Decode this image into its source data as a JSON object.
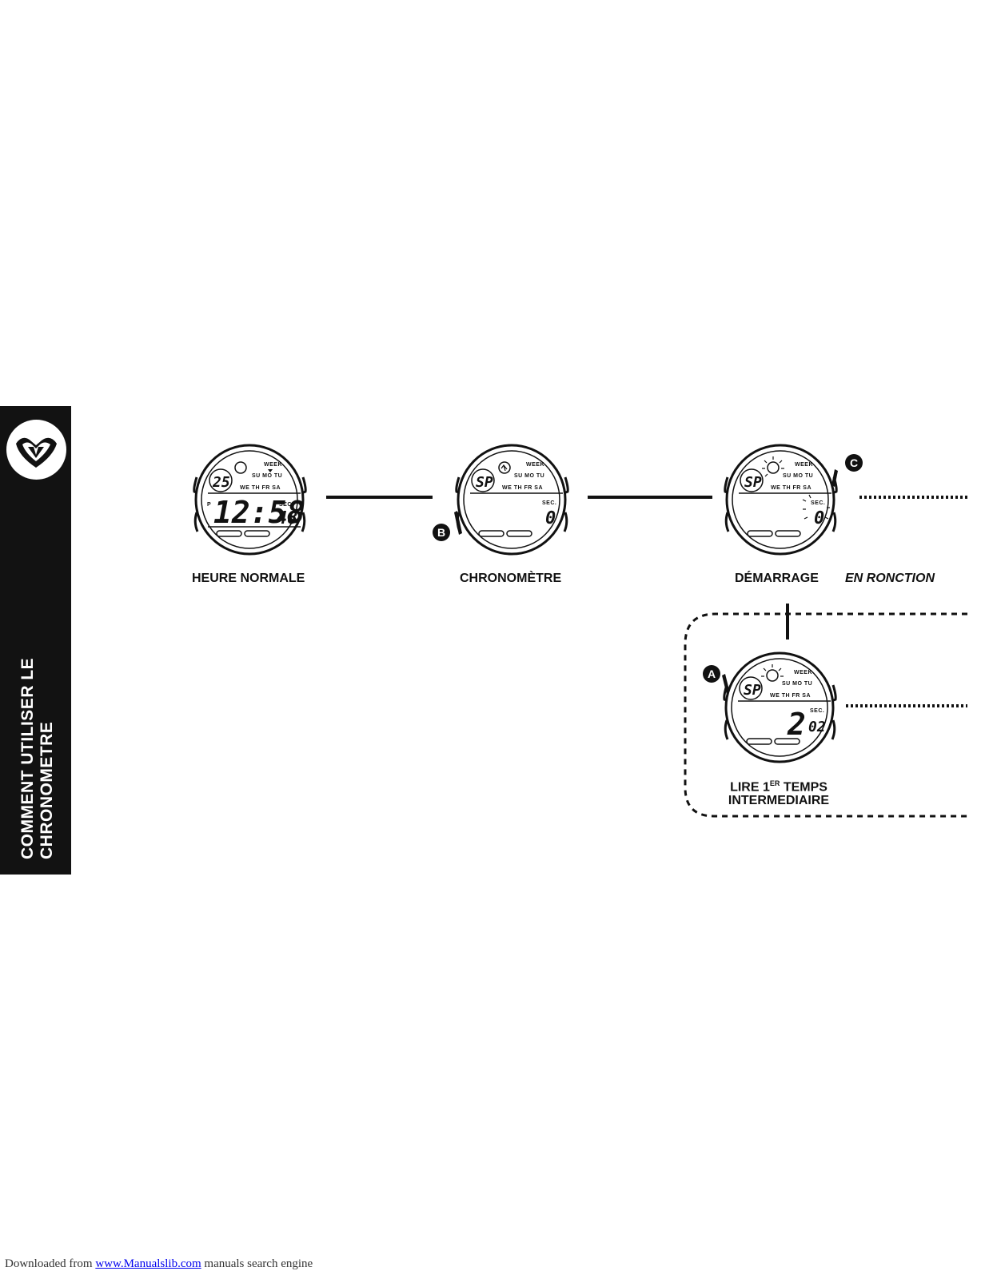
{
  "sidebar": {
    "title_line1": "COMMENT UTILISER LE",
    "title_line2": "CHRONOMETRE"
  },
  "steps": [
    {
      "label": "HEURE NORMALE"
    },
    {
      "label": "CHRONOMÈTRE"
    },
    {
      "label": "DÉMARRAGE"
    },
    {
      "label_line1_prefix": "LIRE 1",
      "label_line1_sup": "ER",
      "label_line1_suffix": " TEMPS",
      "label_line2": "INTERMEDIAIRE"
    }
  ],
  "running_label": "EN RONCTION",
  "buttons": {
    "a": "A",
    "b": "B",
    "c": "C"
  },
  "watch1": {
    "date": "25",
    "time": "12:58",
    "seconds": "48",
    "pm": "P",
    "sec_label": "SEC.",
    "week_label": "WEEK",
    "days_top": "SU MO TU",
    "days_bottom": "WE TH FR SA"
  },
  "watch2": {
    "mode": "SP",
    "value": "0",
    "sec_label": "SEC.",
    "week_label": "WEEK",
    "days_top": "SU MO TU",
    "days_bottom": "WE TH FR SA"
  },
  "watch3": {
    "mode": "SP",
    "value": "0",
    "sec_label": "SEC.",
    "week_label": "WEEK",
    "days_top": "SU MO TU",
    "days_bottom": "WE TH FR SA"
  },
  "watch4": {
    "mode": "SP",
    "value_main": "2",
    "value_sub": "02",
    "sec_label": "SEC.",
    "week_label": "WEEK",
    "days_top": "SU MO TU",
    "days_bottom": "WE TH FR SA"
  },
  "footer": {
    "prefix": "Downloaded from ",
    "link": "www.Manualslib.com",
    "suffix": "  manuals search engine"
  }
}
